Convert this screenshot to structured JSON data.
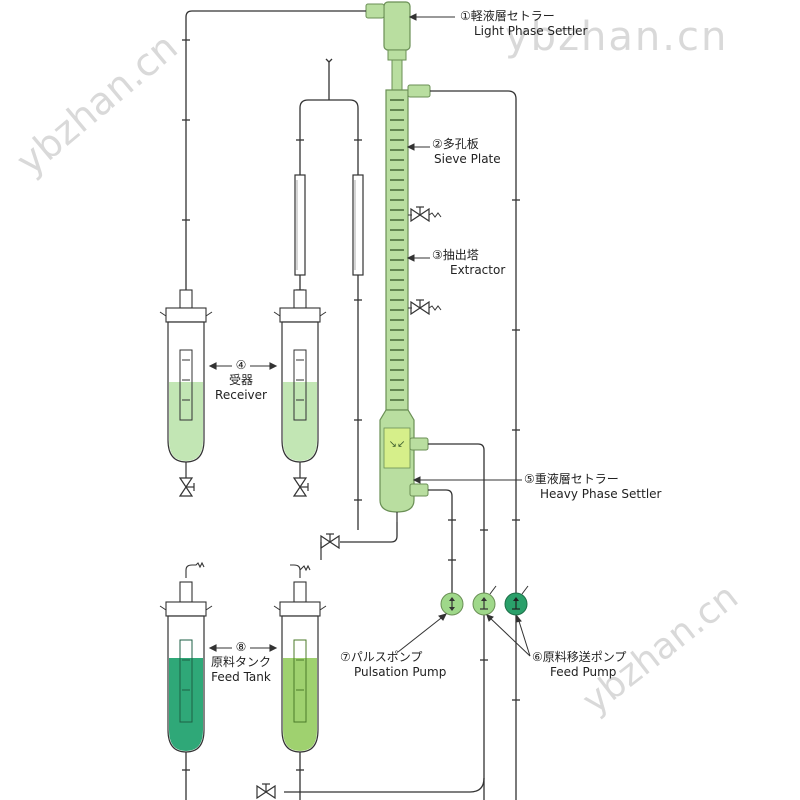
{
  "watermark": {
    "top_right": "ybzhan.cn",
    "left_diagonal": "ybzhan.cn",
    "bottom_right": "ybzhan.cn"
  },
  "labels": {
    "light_phase_settler": {
      "num": "①",
      "jp": "軽液層セトラー",
      "en": "Light Phase Settler"
    },
    "sieve_plate": {
      "num": "②",
      "jp": "多孔板",
      "en": "Sieve Plate"
    },
    "extractor": {
      "num": "③",
      "jp": "抽出塔",
      "en": "Extractor"
    },
    "receiver": {
      "num": "④",
      "jp": "受器",
      "en": "Receiver"
    },
    "heavy_phase_settler": {
      "num": "⑤",
      "jp": "重液層セトラー",
      "en": "Heavy Phase Settler"
    },
    "feed_pump": {
      "num": "⑥",
      "jp": "原料移送ポンプ",
      "en": "Feed Pump"
    },
    "pulsation_pump": {
      "num": "⑦",
      "jp": "パルスポンプ",
      "en": "Pulsation Pump"
    },
    "feed_tank": {
      "num": "⑧",
      "jp": "原料タンク",
      "en": "Feed Tank"
    }
  },
  "colors": {
    "line": "#333333",
    "column": "#b9dea0",
    "receiver_liquid": "#c2e6b4",
    "feed_tank_liquid_1": "#2fa878",
    "feed_tank_liquid_2": "#9fd16f",
    "pump_light": "#9fd88a",
    "pump_dark": "#2aa06a"
  },
  "icons": {
    "valve": "bowtie-valve-icon",
    "pump": "circle-pump-icon"
  }
}
